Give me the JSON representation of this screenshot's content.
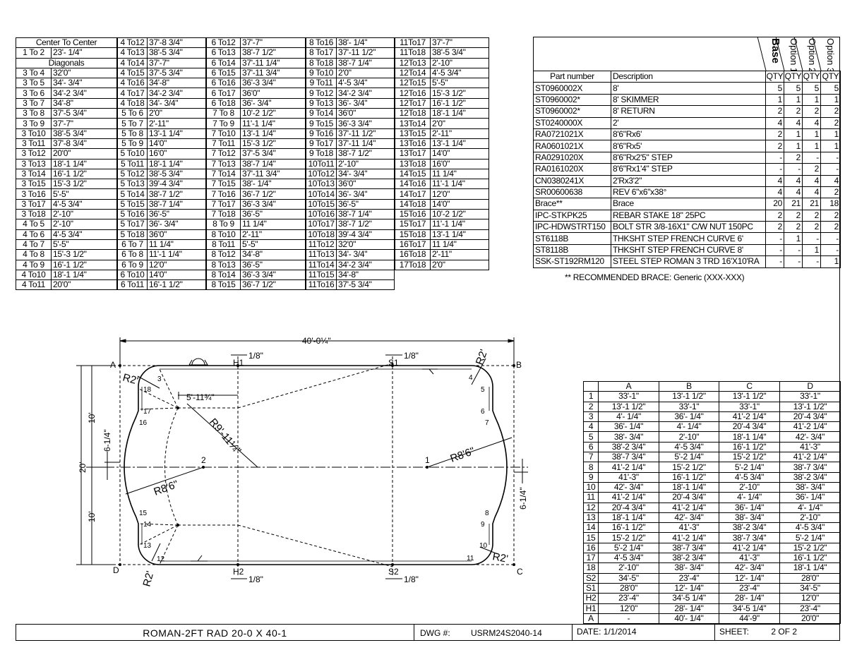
{
  "center_table": {
    "header_center": "Center To Center",
    "first_pair": [
      "1 To 2",
      "23'- 1/4\""
    ],
    "header_diagonals": "Diagonals",
    "columns": [
      [
        [
          "3 To 4",
          "32'0\""
        ],
        [
          "3 To 5",
          "34'- 3/4\""
        ],
        [
          "3 To 6",
          "34'-2 3/4\""
        ],
        [
          "3 To 7",
          "34'-8\""
        ],
        [
          "3 To 8",
          "37'-5 3/4\""
        ],
        [
          "3 To 9",
          "37'-7\""
        ],
        [
          "3 To10",
          "38'-5 3/4\""
        ],
        [
          "3 To11",
          "37'-8 3/4\""
        ],
        [
          "3 To12",
          "20'0\""
        ],
        [
          "3 To13",
          "18'-1 1/4\""
        ],
        [
          "3 To14",
          "16'-1 1/2\""
        ],
        [
          "3 To15",
          "15'-3 1/2\""
        ],
        [
          "3 To16",
          "5'-5\""
        ],
        [
          "3 To17",
          "4'-5 3/4\""
        ],
        [
          "3 To18",
          "2'-10\""
        ],
        [
          "4 To 5",
          "2'-10\""
        ],
        [
          "4 To 6",
          "4'-5 3/4\""
        ],
        [
          "4 To 7",
          "5'-5\""
        ],
        [
          "4 To 8",
          "15'-3 1/2\""
        ],
        [
          "4 To 9",
          "16'-1 1/2\""
        ],
        [
          "4 To10",
          "18'-1 1/4\""
        ],
        [
          "4 To11",
          "20'0\""
        ]
      ],
      [
        [
          "4 To12",
          "37'-8 3/4\""
        ],
        [
          "4 To13",
          "38'-5 3/4\""
        ],
        [
          "4 To14",
          "37'-7\""
        ],
        [
          "4 To15",
          "37'-5 3/4\""
        ],
        [
          "4 To16",
          "34'-8\""
        ],
        [
          "4 To17",
          "34'-2 3/4\""
        ],
        [
          "4 To18",
          "34'- 3/4\""
        ],
        [
          "5 To 6",
          "2'0\""
        ],
        [
          "5 To 7",
          "2'-11\""
        ],
        [
          "5 To 8",
          "13'-1 1/4\""
        ],
        [
          "5 To 9",
          "14'0\""
        ],
        [
          "5 To10",
          "16'0\""
        ],
        [
          "5 To11",
          "18'-1 1/4\""
        ],
        [
          "5 To12",
          "38'-5 3/4\""
        ],
        [
          "5 To13",
          "39'-4 3/4\""
        ],
        [
          "5 To14",
          "38'-7 1/2\""
        ],
        [
          "5 To15",
          "38'-7 1/4\""
        ],
        [
          "5 To16",
          "36'-5\""
        ],
        [
          "5 To17",
          "36'- 3/4\""
        ],
        [
          "5 To18",
          "36'0\""
        ],
        [
          "6 To 7",
          "11 1/4\""
        ],
        [
          "6 To 8",
          "11'-1 1/4\""
        ],
        [
          "6 To 9",
          "12'0\""
        ],
        [
          "6 To10",
          "14'0\""
        ],
        [
          "6 To11",
          "16'-1 1/2\""
        ]
      ],
      [
        [
          "6 To12",
          "37'-7\""
        ],
        [
          "6 To13",
          "38'-7 1/2\""
        ],
        [
          "6 To14",
          "37'-11 1/4\""
        ],
        [
          "6 To15",
          "37'-11 3/4\""
        ],
        [
          "6 To16",
          "36'-3 3/4\""
        ],
        [
          "6 To17",
          "36'0\""
        ],
        [
          "6 To18",
          "36'- 3/4\""
        ],
        [
          "7 To 8",
          "10'-2 1/2\""
        ],
        [
          "7 To 9",
          "11'-1 1/4\""
        ],
        [
          "7 To10",
          "13'-1 1/4\""
        ],
        [
          "7 To11",
          "15'-3 1/2\""
        ],
        [
          "7 To12",
          "37'-5 3/4\""
        ],
        [
          "7 To13",
          "38'-7 1/4\""
        ],
        [
          "7 To14",
          "37'-11 3/4\""
        ],
        [
          "7 To15",
          "38'- 1/4\""
        ],
        [
          "7 To16",
          "36'-7 1/2\""
        ],
        [
          "7 To17",
          "36'-3 3/4\""
        ],
        [
          "7 To18",
          "36'-5\""
        ],
        [
          "8 To 9",
          "11 1/4\""
        ],
        [
          "8 To10",
          "2'-11\""
        ],
        [
          "8 To11",
          "5'-5\""
        ],
        [
          "8 To12",
          "34'-8\""
        ],
        [
          "8 To13",
          "36'-5\""
        ],
        [
          "8 To14",
          "36'-3 3/4\""
        ],
        [
          "8 To15",
          "36'-7 1/2\""
        ]
      ],
      [
        [
          "8 To16",
          "38'- 1/4\""
        ],
        [
          "8 To17",
          "37'-11 1/2\""
        ],
        [
          "8 To18",
          "38'-7 1/4\""
        ],
        [
          "9 To10",
          "2'0\""
        ],
        [
          "9 To11",
          "4'-5 3/4\""
        ],
        [
          "9 To12",
          "34'-2 3/4\""
        ],
        [
          "9 To13",
          "36'- 3/4\""
        ],
        [
          "9 To14",
          "36'0\""
        ],
        [
          "9 To15",
          "36'-3 3/4\""
        ],
        [
          "9 To16",
          "37'-11 1/2\""
        ],
        [
          "9 To17",
          "37'-11 1/4\""
        ],
        [
          "9 To18",
          "38'-7 1/2\""
        ],
        [
          "10To11",
          "2'-10\""
        ],
        [
          "10To12",
          "34'- 3/4\""
        ],
        [
          "10To13",
          "36'0\""
        ],
        [
          "10To14",
          "36'- 3/4\""
        ],
        [
          "10To15",
          "36'-5\""
        ],
        [
          "10To16",
          "38'-7 1/4\""
        ],
        [
          "10To17",
          "38'-7 1/2\""
        ],
        [
          "10To18",
          "39'-4 3/4\""
        ],
        [
          "11To12",
          "32'0\""
        ],
        [
          "11To13",
          "34'- 3/4\""
        ],
        [
          "11To14",
          "34'-2 3/4\""
        ],
        [
          "11To15",
          "34'-8\""
        ],
        [
          "11To16",
          "37'-5 3/4\""
        ]
      ],
      [
        [
          "11To17",
          "37'-7\""
        ],
        [
          "11To18",
          "38'-5 3/4\""
        ],
        [
          "12To13",
          "2'-10\""
        ],
        [
          "12To14",
          "4'-5 3/4\""
        ],
        [
          "12To15",
          "5'-5\""
        ],
        [
          "12To16",
          "15'-3 1/2\""
        ],
        [
          "12To17",
          "16'-1 1/2\""
        ],
        [
          "12To18",
          "18'-1 1/4\""
        ],
        [
          "13To14",
          "2'0\""
        ],
        [
          "13To15",
          "2'-11\""
        ],
        [
          "13To16",
          "13'-1 1/4\""
        ],
        [
          "13To17",
          "14'0\""
        ],
        [
          "13To18",
          "16'0\""
        ],
        [
          "14To15",
          "11 1/4\""
        ],
        [
          "14To16",
          "11'-1 1/4\""
        ],
        [
          "14To17",
          "12'0\""
        ],
        [
          "14To18",
          "14'0\""
        ],
        [
          "15To16",
          "10'-2 1/2\""
        ],
        [
          "15To17",
          "11'-1 1/4\""
        ],
        [
          "15To18",
          "13'-1 1/4\""
        ],
        [
          "16To17",
          "11 1/4\""
        ],
        [
          "16To18",
          "2'-11\""
        ],
        [
          "17To18",
          "2'0\""
        ]
      ]
    ]
  },
  "parts_table": {
    "option_headers": [
      "Base",
      "Option 1",
      "Option 2",
      "Option 3"
    ],
    "col_part": "Part number",
    "col_desc": "Description",
    "col_qty": "QTY",
    "rows": [
      [
        "ST0960002X",
        "8'",
        "5",
        "5",
        "5",
        "5"
      ],
      [
        "ST0960002*",
        "8' SKIMMER",
        "1",
        "1",
        "1",
        "1"
      ],
      [
        "ST0960002*",
        "8' RETURN",
        "2",
        "2",
        "2",
        "2"
      ],
      [
        "ST0240000X",
        "2'",
        "4",
        "4",
        "4",
        "2"
      ],
      [
        "RA0721021X",
        "8'6\"Rx6'",
        "2",
        "1",
        "1",
        "1"
      ],
      [
        "RA0601021X",
        "8'6\"Rx5'",
        "2",
        "1",
        "1",
        "1"
      ],
      [
        "RA0291020X",
        "8'6\"Rx2'5\" STEP",
        "-",
        "2",
        "-",
        "-"
      ],
      [
        "RA0161020X",
        "8'6\"Rx1'4\" STEP",
        "-",
        "-",
        "2",
        "-"
      ],
      [
        "CN0380241X",
        "2'Rx3'2\"",
        "4",
        "4",
        "4",
        "4"
      ],
      [
        "SR00600638",
        "REV 6\"x6\"x38°",
        "4",
        "4",
        "4",
        "2"
      ],
      [
        "Brace**",
        "Brace",
        "20",
        "21",
        "21",
        "18"
      ],
      [
        "IPC-STKPK25",
        "REBAR STAKE 18\" 25PC",
        "2",
        "2",
        "2",
        "2"
      ],
      [
        "IPC-HDWSTRT150",
        "BOLT STR 3/8-16X1\" C/W NUT 150PC",
        "2",
        "2",
        "2",
        "2"
      ],
      [
        "ST6118B",
        "THKSHT STEP FRENCH CURVE 6'",
        "-",
        "1",
        "-",
        "-"
      ],
      [
        "ST8118B",
        "THKSHT STEP FRENCH CURVE 8'",
        "-",
        "-",
        "1",
        "-"
      ],
      [
        "SSK-ST192RM120",
        "STEEL STEP ROMAN 3 TRD 16'X10'RA",
        "-",
        "-",
        "-",
        "1"
      ]
    ],
    "note": "** RECOMMENDED BRACE:  Generic (XXX-XXX)"
  },
  "corner_table": {
    "headers": [
      "",
      "A",
      "B",
      "C",
      "D"
    ],
    "rows": [
      [
        "1",
        "33'-1\"",
        "13'-1 1/2\"",
        "13'-1 1/2\"",
        "33'-1\""
      ],
      [
        "2",
        "13'-1 1/2\"",
        "33'-1\"",
        "33'-1\"",
        "13'-1 1/2\""
      ],
      [
        "3",
        "4'- 1/4\"",
        "36'- 1/4\"",
        "41'-2 1/4\"",
        "20'-4 3/4\""
      ],
      [
        "4",
        "36'- 1/4\"",
        "4'- 1/4\"",
        "20'-4 3/4\"",
        "41'-2 1/4\""
      ],
      [
        "5",
        "38'- 3/4\"",
        "2'-10\"",
        "18'-1 1/4\"",
        "42'- 3/4\""
      ],
      [
        "6",
        "38'-2 3/4\"",
        "4'-5 3/4\"",
        "16'-1 1/2\"",
        "41'-3\""
      ],
      [
        "7",
        "38'-7 3/4\"",
        "5'-2 1/4\"",
        "15'-2 1/2\"",
        "41'-2 1/4\""
      ],
      [
        "8",
        "41'-2 1/4\"",
        "15'-2 1/2\"",
        "5'-2 1/4\"",
        "38'-7 3/4\""
      ],
      [
        "9",
        "41'-3\"",
        "16'-1 1/2\"",
        "4'-5 3/4\"",
        "38'-2 3/4\""
      ],
      [
        "10",
        "42'- 3/4\"",
        "18'-1 1/4\"",
        "2'-10\"",
        "38'- 3/4\""
      ],
      [
        "11",
        "41'-2 1/4\"",
        "20'-4 3/4\"",
        "4'- 1/4\"",
        "36'- 1/4\""
      ],
      [
        "12",
        "20'-4 3/4\"",
        "41'-2 1/4\"",
        "36'- 1/4\"",
        "4'- 1/4\""
      ],
      [
        "13",
        "18'-1 1/4\"",
        "42'- 3/4\"",
        "38'- 3/4\"",
        "2'-10\""
      ],
      [
        "14",
        "16'-1 1/2\"",
        "41'-3\"",
        "38'-2 3/4\"",
        "4'-5 3/4\""
      ],
      [
        "15",
        "15'-2 1/2\"",
        "41'-2 1/4\"",
        "38'-7 3/4\"",
        "5'-2 1/4\""
      ],
      [
        "16",
        "5'-2 1/4\"",
        "38'-7 3/4\"",
        "41'-2 1/4\"",
        "15'-2 1/2\""
      ],
      [
        "17",
        "4'-5 3/4\"",
        "38'-2 3/4\"",
        "41'-3\"",
        "16'-1 1/2\""
      ],
      [
        "18",
        "2'-10\"",
        "38'- 3/4\"",
        "42'- 3/4\"",
        "18'-1 1/4\""
      ],
      [
        "S2",
        "34'-5\"",
        "23'-4\"",
        "12'- 1/4\"",
        "28'0\""
      ],
      [
        "S1",
        "28'0\"",
        "12'- 1/4\"",
        "23'-4\"",
        "34'-5\""
      ],
      [
        "H2",
        "23'-4\"",
        "34'-5 1/4\"",
        "28'- 1/4\"",
        "12'0\""
      ],
      [
        "H1",
        "12'0\"",
        "28'- 1/4\"",
        "34'-5 1/4\"",
        "23'-4\""
      ],
      [
        "A",
        "-",
        "40'- 1/4\"",
        "44'-9\"",
        "20'0\""
      ]
    ]
  },
  "drawing": {
    "overall_length": "40'-0¼\"",
    "overall_width": "20'",
    "half_width": "10'",
    "offset_dim": "6-1/4\"",
    "corner_radius": "R2'",
    "end_radius": "R8'6\"",
    "arc_radius": "R9'-11¼\"",
    "step_offset": "5'-11¾\"",
    "post_offset": "1/8\"",
    "corners": [
      "A",
      "B",
      "C",
      "D"
    ],
    "posts": [
      "H1",
      "H2",
      "S1",
      "S2"
    ],
    "centers": [
      "1",
      "2"
    ],
    "points": [
      "3",
      "4",
      "5",
      "6",
      "7",
      "8",
      "9",
      "10",
      "11",
      "12",
      "13",
      "14",
      "15",
      "16",
      "17",
      "18"
    ]
  },
  "title_block": {
    "title": "ROMAN-2FT RAD 20-0 X 40-1",
    "dwg_label": "DWG #:",
    "dwg_value": "USRM24S2040-14",
    "date_label": "DATE:",
    "date_value": "1/1/2014",
    "sheet_label": "SHEET:",
    "sheet_value": "2 OF 2"
  }
}
